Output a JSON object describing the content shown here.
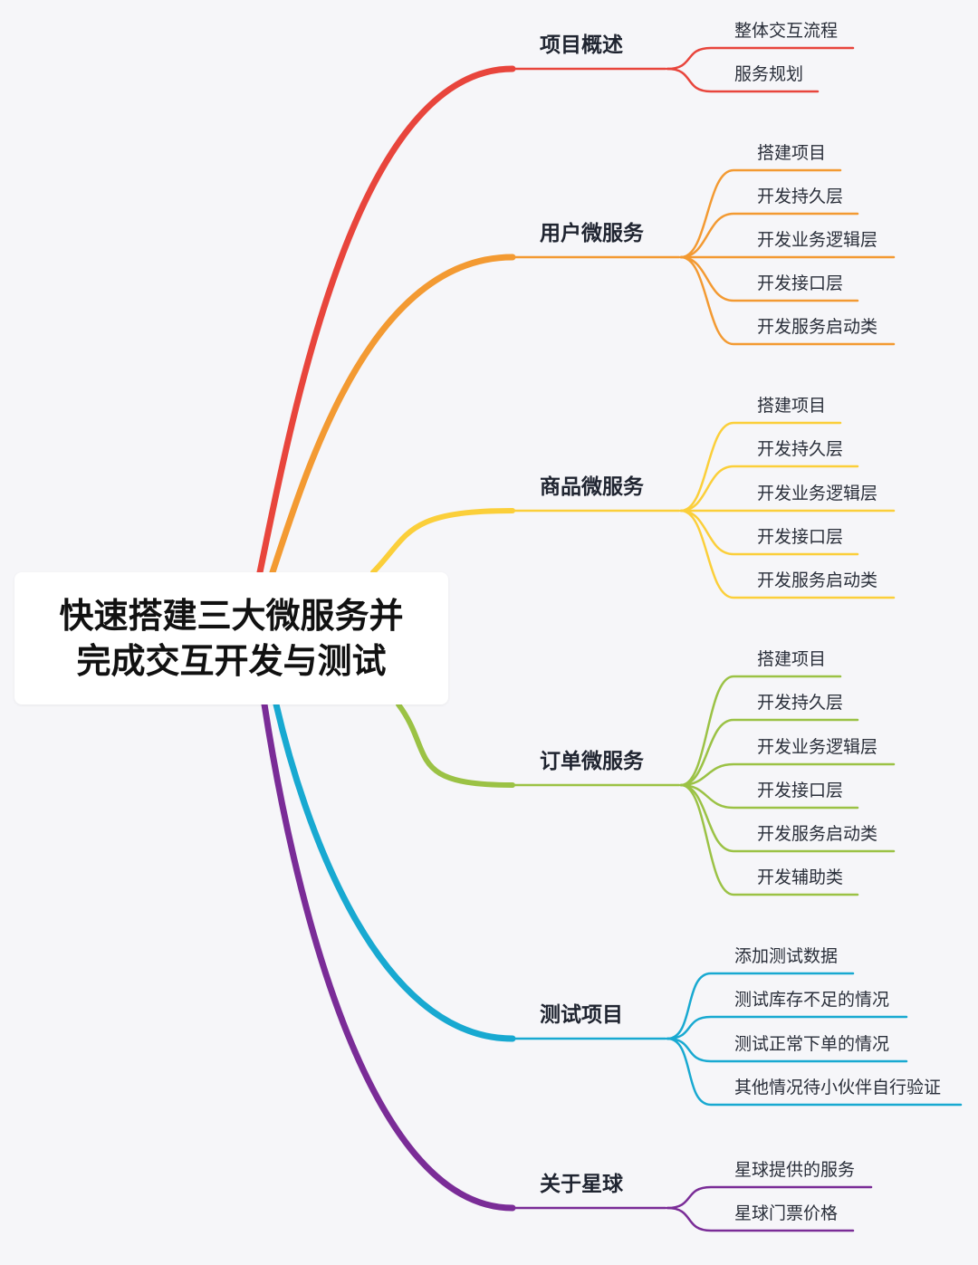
{
  "root": {
    "lines": [
      "快速搭建三大微服务并",
      "完成交互开发与测试"
    ]
  },
  "branches": [
    {
      "label": "项目概述",
      "color": "#e8453c",
      "children": [
        "整体交互流程",
        "服务规划"
      ]
    },
    {
      "label": "用户微服务",
      "color": "#f39a32",
      "children": [
        "搭建项目",
        "开发持久层",
        "开发业务逻辑层",
        "开发接口层",
        "开发服务启动类"
      ]
    },
    {
      "label": "商品微服务",
      "color": "#fbcf3a",
      "children": [
        "搭建项目",
        "开发持久层",
        "开发业务逻辑层",
        "开发接口层",
        "开发服务启动类"
      ]
    },
    {
      "label": "订单微服务",
      "color": "#9bc245",
      "children": [
        "搭建项目",
        "开发持久层",
        "开发业务逻辑层",
        "开发接口层",
        "开发服务启动类",
        "开发辅助类"
      ]
    },
    {
      "label": "测试项目",
      "color": "#18a9d1",
      "children": [
        "添加测试数据",
        "测试库存不足的情况",
        "测试正常下单的情况",
        "其他情况待小伙伴自行验证"
      ]
    },
    {
      "label": "关于星球",
      "color": "#7a2c97",
      "children": [
        "星球提供的服务",
        "星球门票价格"
      ]
    }
  ]
}
